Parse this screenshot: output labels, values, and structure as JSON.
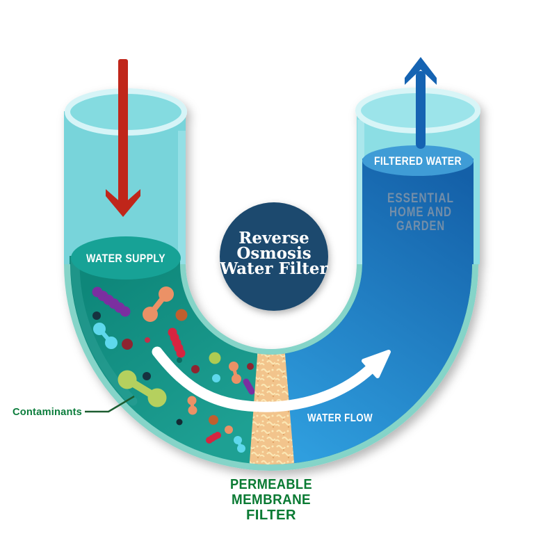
{
  "diagram_title": "Reverse Osmosis Water Filter",
  "labels": {
    "water_supply": "WATER SUPPLY",
    "filtered_water": "FILTERED WATER",
    "water_flow": "WATER FLOW",
    "contaminants": "Contaminants",
    "watermark_line1": "ESSENTIAL",
    "watermark_line2": "HOME AND",
    "watermark_line3": "GARDEN",
    "badge_line1": "Reverse",
    "badge_line2": "Osmosis",
    "badge_line3": "Water Filter",
    "membrane_line1": "PERMEABLE",
    "membrane_line2": "MEMBRANE",
    "membrane_line3": "FILTER"
  },
  "colors": {
    "glass_left_arm": "#78d4da",
    "glass_right_arm": "#8cdee4",
    "glass_bend_rim": "#85d4c8",
    "glass_rim_highlight": "#d6f4f7",
    "left_tube_opening": "#84dbe0",
    "right_tube_opening": "#9ce4ea",
    "supply_ellipse": "#17a296",
    "teal_water_dark": "#0e877a",
    "teal_water_light": "#1ea093",
    "teal_edge_highlight": "#2ea195",
    "filtered_ellipse": "#3f9cd6",
    "blue_water_dark": "#1460a8",
    "blue_water_light": "#2f9ede",
    "membrane_sand": "#f2c48c",
    "membrane_speckle": "#fbe7b4",
    "badge_navy": "#1d4a6e",
    "arrow_red": "#c0261a",
    "arrow_blue": "#1563b2",
    "flow_arrow": "#ffffff",
    "pointer_line_green": "#1c5c30"
  }
}
